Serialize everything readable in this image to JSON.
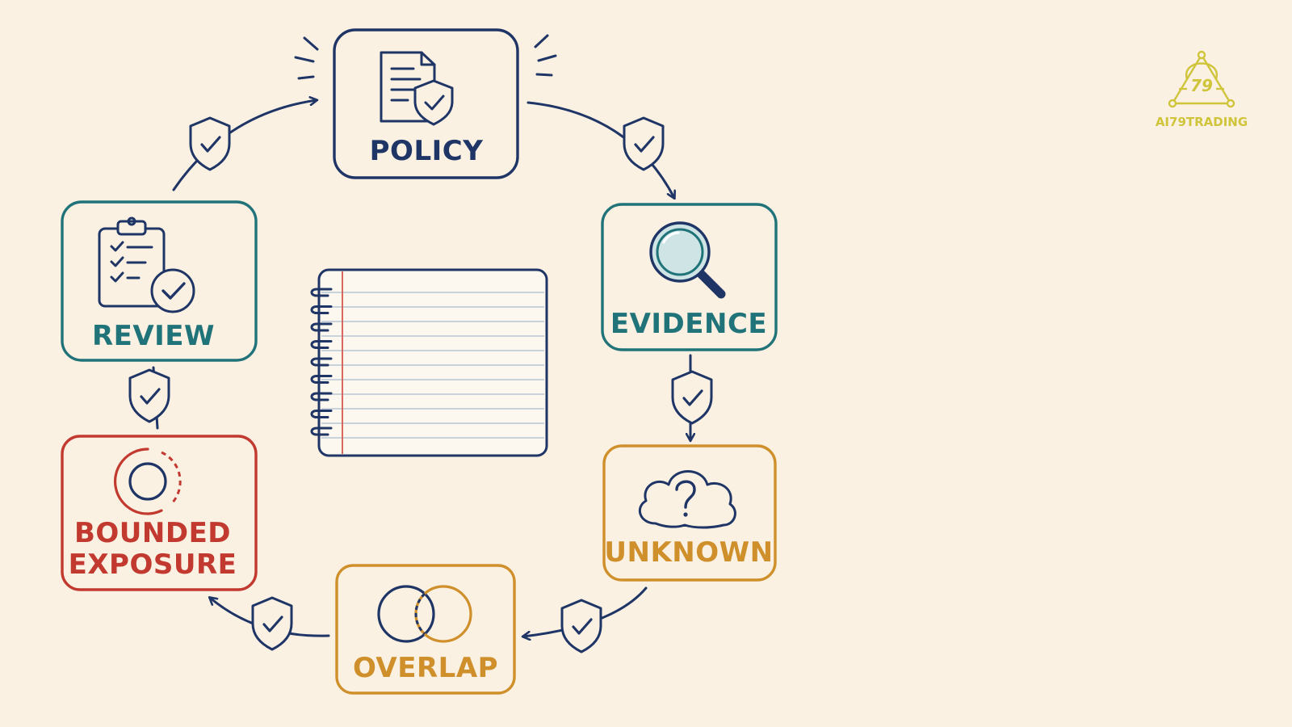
{
  "colors": {
    "background": "#faf1e3",
    "navy": "#1f3566",
    "teal": "#1f7379",
    "gold": "#cf8f2a",
    "red": "#c2392f",
    "logo": "#cfc43a"
  },
  "nodes": {
    "policy": {
      "label": "POLICY",
      "icon": "document-shield-icon"
    },
    "evidence": {
      "label": "EVIDENCE",
      "icon": "magnifying-glass-icon"
    },
    "unknown": {
      "label": "UNKNOWN",
      "icon": "question-cloud-icon"
    },
    "overlap": {
      "label": "OVERLAP",
      "icon": "venn-circles-icon"
    },
    "bounded": {
      "label_line1": "BOUNDED",
      "label_line2": "EXPOSURE",
      "icon": "bounded-circle-icon"
    },
    "review": {
      "label": "REVIEW",
      "icon": "clipboard-check-icon"
    }
  },
  "center": {
    "icon": "spiral-notepad-icon"
  },
  "connector_icon": "shield-check-icon",
  "logo": {
    "mark": "79",
    "text": "AI79TRADING"
  }
}
